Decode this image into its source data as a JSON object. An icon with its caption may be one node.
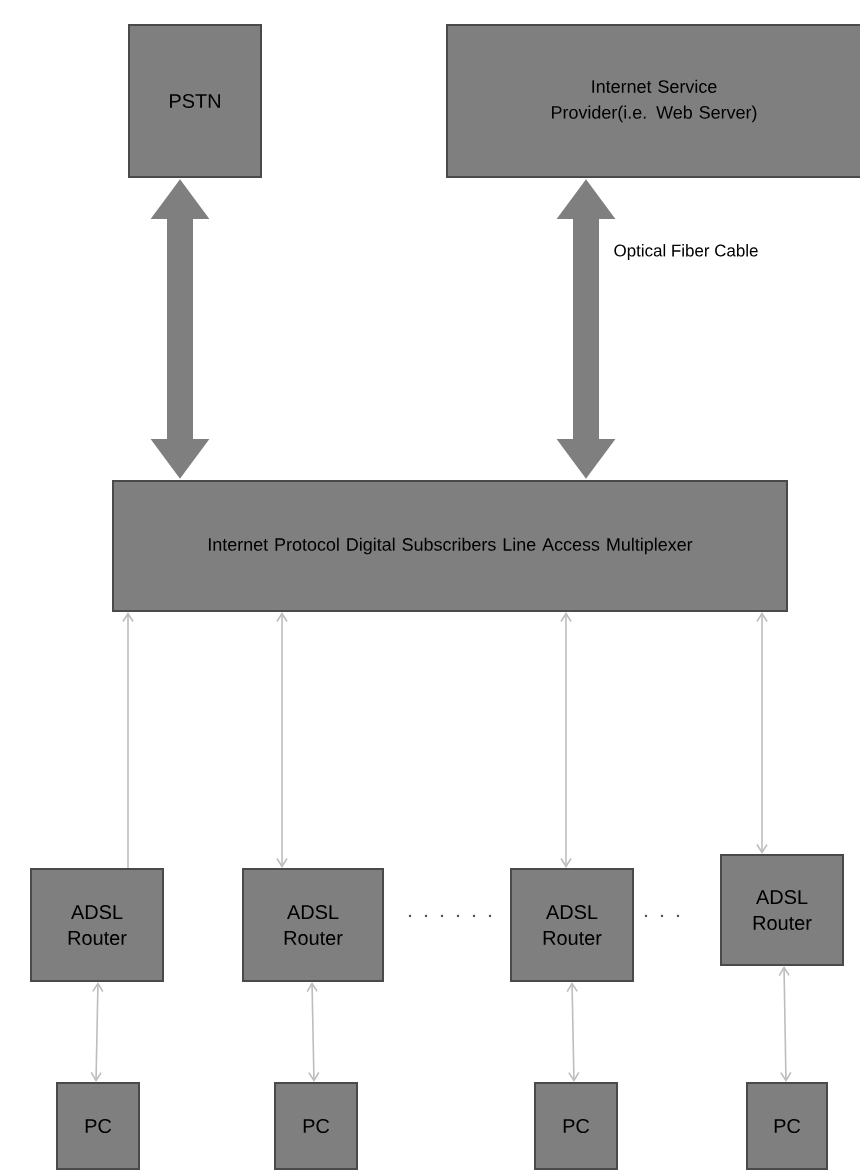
{
  "diagram": {
    "nodes": [
      {
        "text": [
          "PSTN"
        ]
      },
      {
        "text": [
          "Internet Service Provider(i.e. Web Server)"
        ]
      },
      {
        "text": [
          "Internet Protocol Digital Subscribers Line Access Multiplexer"
        ]
      },
      {
        "text": [
          "ADSL Router"
        ]
      },
      {
        "text": [
          "ADSL Router"
        ]
      },
      {
        "text": [
          "ADSL Router"
        ]
      },
      {
        "text": [
          "ADSL Router"
        ]
      },
      {
        "text": [
          "PC"
        ]
      },
      {
        "text": [
          "PC"
        ]
      },
      {
        "text": [
          "PC"
        ]
      },
      {
        "text": [
          "PC"
        ]
      }
    ],
    "edges": [
      {
        "from": 0,
        "to": 2,
        "arrow": "both",
        "style": "thick"
      },
      {
        "from": 1,
        "to": 2,
        "arrow": "both",
        "style": "thick",
        "label": "Optical Fiber Cable"
      },
      {
        "from": 3,
        "to": 2,
        "arrow": "to"
      },
      {
        "from": 4,
        "to": 2,
        "arrow": "both"
      },
      {
        "from": 5,
        "to": 2,
        "arrow": "both"
      },
      {
        "from": 6,
        "to": 2,
        "arrow": "both"
      },
      {
        "from": 3,
        "to": 7,
        "arrow": "both"
      },
      {
        "from": 4,
        "to": 8,
        "arrow": "both"
      },
      {
        "from": 5,
        "to": 9,
        "arrow": "both"
      },
      {
        "from": 6,
        "to": 10,
        "arrow": "both"
      }
    ]
  }
}
